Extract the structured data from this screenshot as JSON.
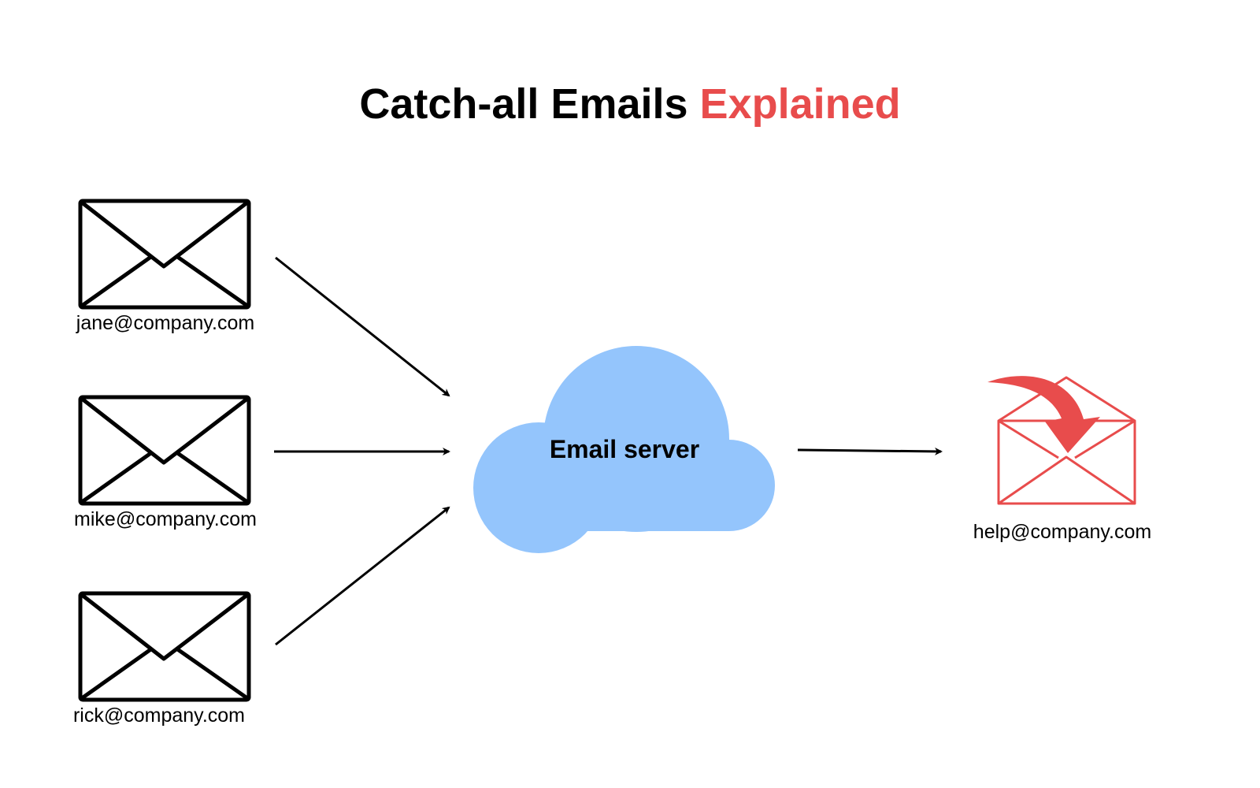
{
  "title": {
    "part1": "Catch-all Emails",
    "part2": "Explained",
    "part1_color": "#000000",
    "part2_color": "#e84c4c"
  },
  "senders": [
    {
      "address": "jane@company.com",
      "icon": "envelope-icon"
    },
    {
      "address": "mike@company.com",
      "icon": "envelope-icon"
    },
    {
      "address": "rick@company.com",
      "icon": "envelope-icon"
    }
  ],
  "server": {
    "label": "Email server",
    "icon": "cloud-icon",
    "color": "#94c5fc"
  },
  "destination": {
    "address": "help@company.com",
    "icon": "open-envelope-with-arrow-icon",
    "color": "#e84c4c"
  }
}
